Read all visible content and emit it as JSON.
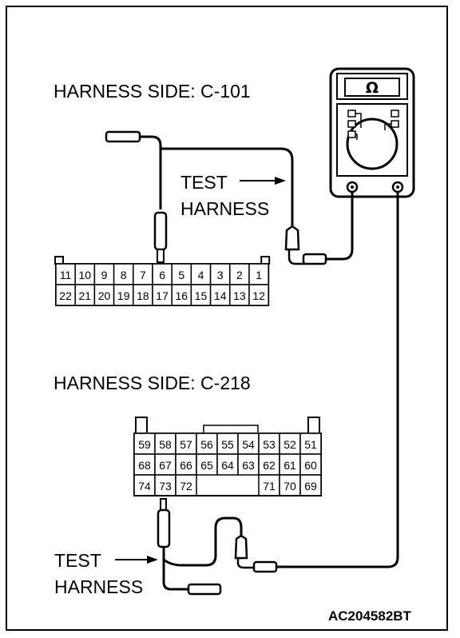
{
  "connector_c101": {
    "title": "HARNESS SIDE: C-101",
    "row1": [
      "11",
      "10",
      "9",
      "8",
      "7",
      "6",
      "5",
      "4",
      "3",
      "2",
      "1"
    ],
    "row2": [
      "22",
      "21",
      "20",
      "19",
      "18",
      "17",
      "16",
      "15",
      "14",
      "13",
      "12"
    ],
    "probed_pin": "6"
  },
  "connector_c218": {
    "title": "HARNESS SIDE: C-218",
    "row1": [
      "59",
      "58",
      "57",
      "56",
      "55",
      "54",
      "53",
      "52",
      "51"
    ],
    "row2": [
      "68",
      "67",
      "66",
      "65",
      "64",
      "63",
      "62",
      "61",
      "60"
    ],
    "row3": [
      "74",
      "73",
      "72",
      "",
      "",
      "",
      "71",
      "70",
      "69"
    ],
    "probed_pin": "73"
  },
  "test_harness_label_1": {
    "line1": "TEST",
    "line2": "HARNESS"
  },
  "test_harness_label_2": {
    "line1": "TEST",
    "line2": "HARNESS"
  },
  "meter": {
    "symbol": "Ω"
  },
  "figure_code": "AC204582BT"
}
